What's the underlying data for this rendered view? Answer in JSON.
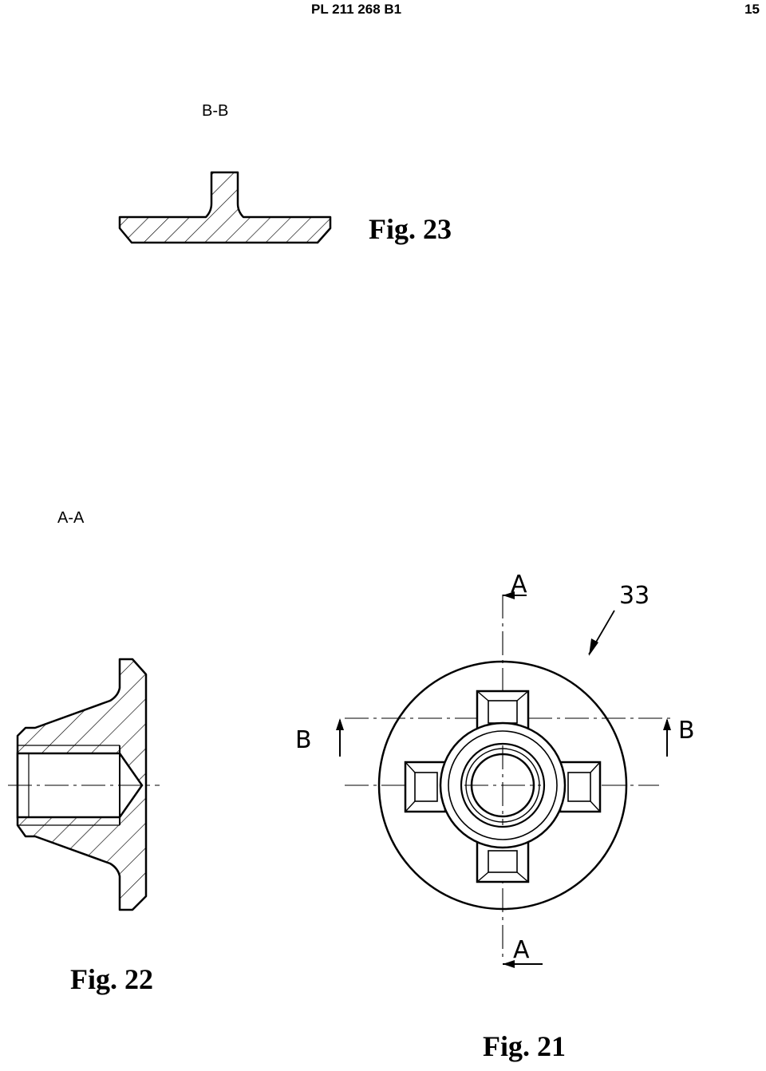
{
  "header": {
    "document_number": "PL 211 268 B1",
    "page_number": "15"
  },
  "figures": {
    "fig23": {
      "section_label": "B-B",
      "caption": "Fig. 23"
    },
    "fig22": {
      "section_label": "A-A",
      "caption": "Fig. 22"
    },
    "fig21": {
      "caption": "Fig. 21",
      "reference_numeral": "33",
      "cut_a_top": "A",
      "cut_a_bottom": "A",
      "cut_b_left": "B",
      "cut_b_right": "B"
    }
  }
}
